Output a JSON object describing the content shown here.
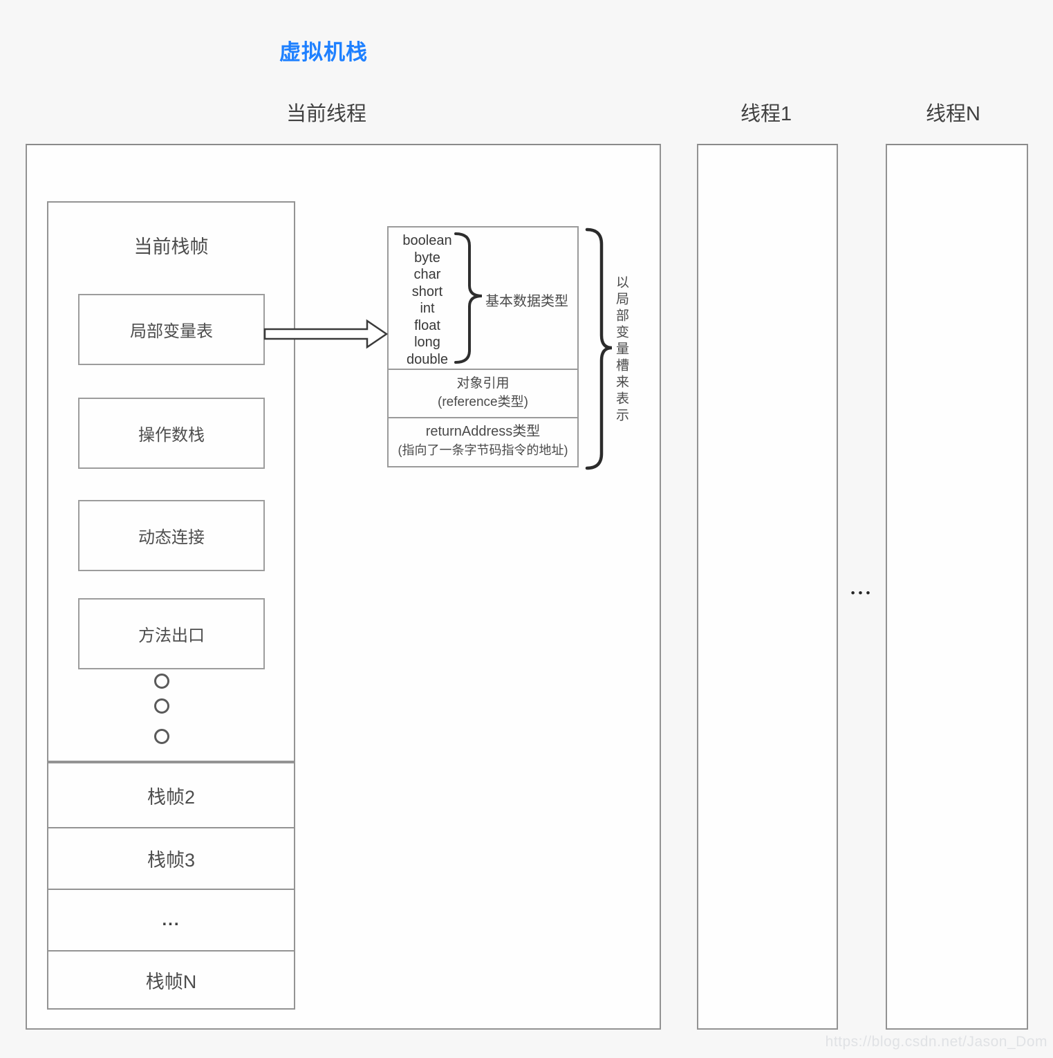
{
  "title": "虚拟机栈",
  "header": {
    "current_thread": "当前线程",
    "thread_1": "线程1",
    "thread_n": "线程N"
  },
  "threads_gap_ellipsis": "•••",
  "current_frame": {
    "title": "当前栈帧",
    "components": [
      "局部变量表",
      "操作数栈",
      "动态连接",
      "方法出口"
    ]
  },
  "stack_rows": [
    "栈帧2",
    "栈帧3",
    "...",
    "栈帧N"
  ],
  "types_box": {
    "primitives": [
      "boolean",
      "byte",
      "char",
      "short",
      "int",
      "float",
      "long",
      "double"
    ],
    "primitives_label": "基本数据类型",
    "reference_line1": "对象引用",
    "reference_line2": "(reference类型)",
    "return_line1": "returnAddress类型",
    "return_line2": "(指向了一条字节码指令的地址)"
  },
  "slot_annotation": "以局部变量槽来表示",
  "watermark": "https://blog.csdn.net/Jason_Dom",
  "colors": {
    "title_blue": "#1e80ff",
    "border_gray": "#939393",
    "text_gray": "#4a4a4a",
    "background": "#f7f7f7"
  }
}
